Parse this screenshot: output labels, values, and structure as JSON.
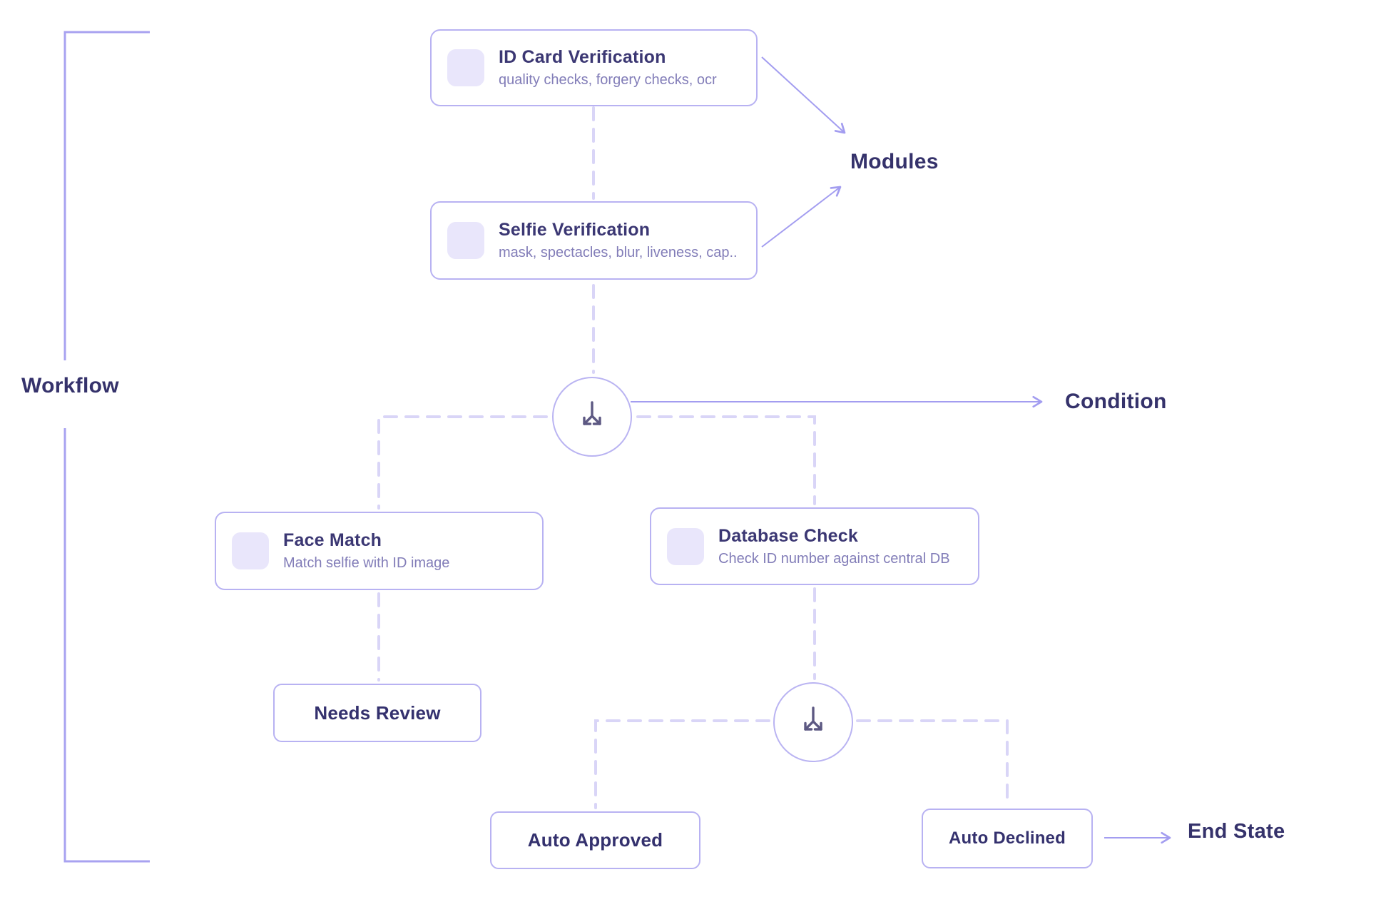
{
  "labels": {
    "workflow": "Workflow",
    "modules": "Modules",
    "condition": "Condition",
    "end_state": "End State"
  },
  "nodes": {
    "id_card": {
      "title": "ID Card Verification",
      "subtitle": "quality checks, forgery checks, ocr"
    },
    "selfie": {
      "title": "Selfie Verification",
      "subtitle": "mask, spectacles, blur, liveness, cap.."
    },
    "face_match": {
      "title": "Face Match",
      "subtitle": "Match selfie with ID image"
    },
    "database_check": {
      "title": "Database Check",
      "subtitle": "Check ID number against central DB"
    },
    "needs_review": {
      "label": "Needs Review"
    },
    "auto_approved": {
      "label": "Auto Approved"
    },
    "auto_declined": {
      "label": "Auto Declined"
    }
  },
  "icons": {
    "branch_icon": "split-arrows-icon",
    "module_icon": "module-thumbnail-placeholder"
  },
  "colors": {
    "node_border": "#b8b2f2",
    "dashed_connector": "#d9d5f7",
    "solid_connector": "#a39df0",
    "bracket": "#a8a2f0",
    "title_text": "#3b3773",
    "subtitle_text": "#827db8",
    "section_label_text": "#35326b",
    "icon_background": "#e9e6fb",
    "branch_icon_stroke": "#5d5983"
  }
}
